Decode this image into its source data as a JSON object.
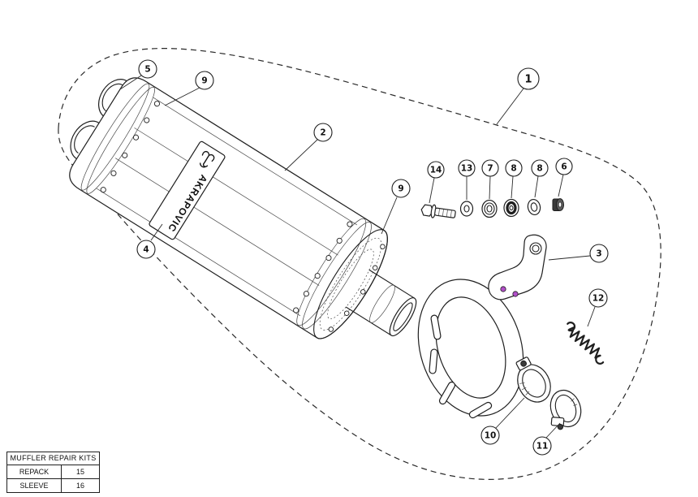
{
  "diagram": {
    "brand_label": "AKRAPOVIC",
    "callouts": {
      "n1": "1",
      "n2": "2",
      "n3": "3",
      "n4": "4",
      "n5": "5",
      "n6": "6",
      "n7": "7",
      "n8": "8",
      "n9": "9",
      "n10": "10",
      "n11": "11",
      "n12": "12",
      "n13": "13",
      "n14": "14"
    }
  },
  "repair_kits_table": {
    "title": "MUFFLER REPAIR KITS",
    "rows": [
      {
        "name": "REPACK",
        "value": "15"
      },
      {
        "name": "SLEEVE",
        "value": "16"
      }
    ]
  },
  "colors": {
    "line": "#1f1f1f",
    "accent_dot": "#b14fc8",
    "paper": "#ffffff"
  }
}
